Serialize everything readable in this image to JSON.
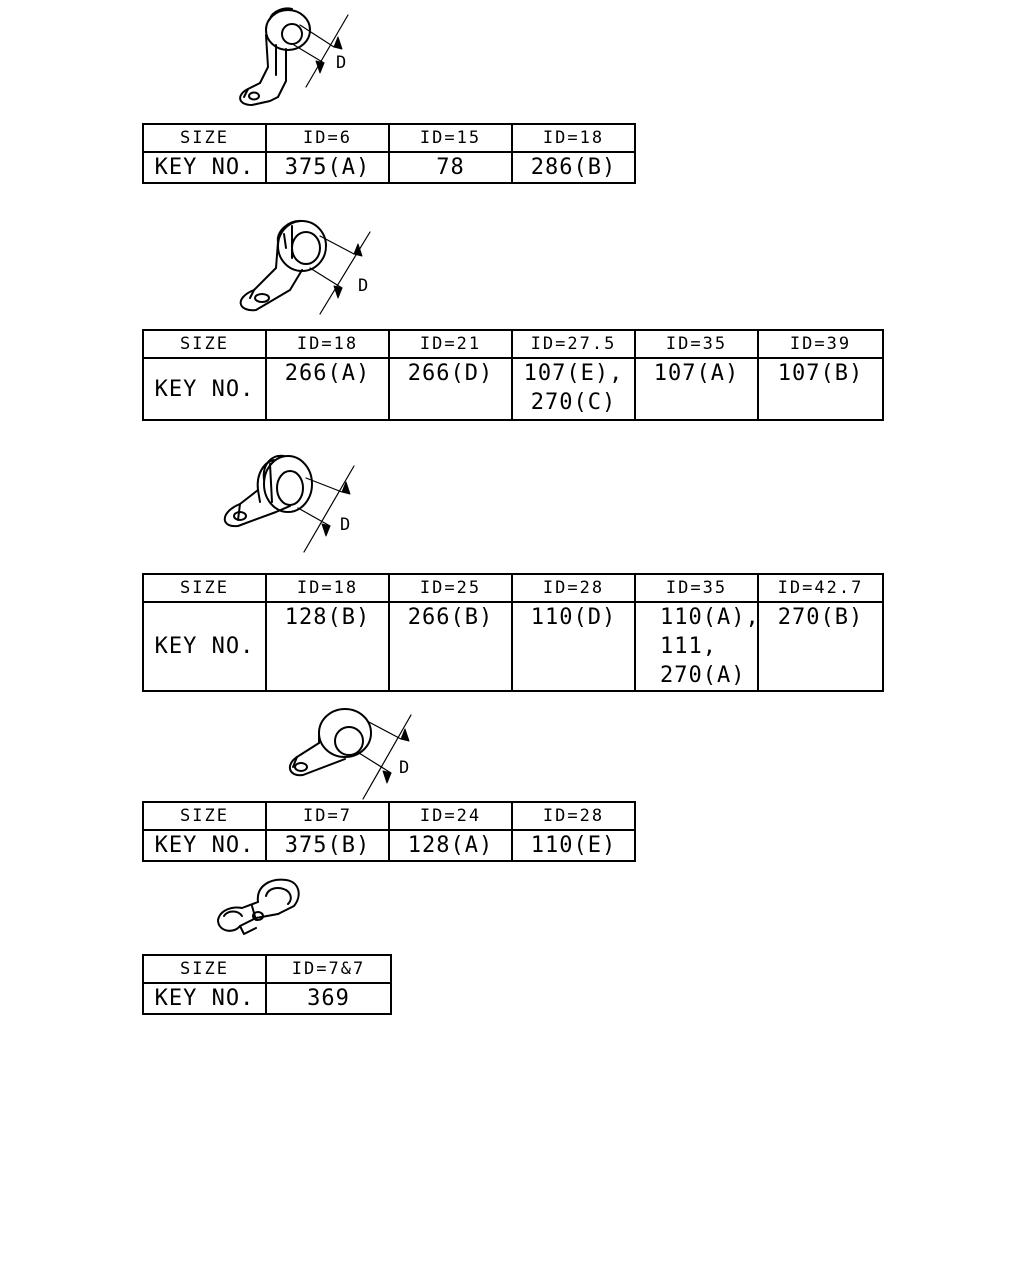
{
  "dimension_label": "D",
  "tables": [
    {
      "size_label": "SIZE",
      "key_label": "KEY NO.",
      "sizes": [
        "ID=6",
        "ID=15",
        "ID=18"
      ],
      "keys": [
        [
          "375(A)"
        ],
        [
          "78"
        ],
        [
          "286(B)"
        ]
      ]
    },
    {
      "size_label": "SIZE",
      "key_label": "KEY NO.",
      "sizes": [
        "ID=18",
        "ID=21",
        "ID=27.5",
        "ID=35",
        "ID=39"
      ],
      "keys": [
        [
          "266(A)"
        ],
        [
          "266(D)"
        ],
        [
          "107(E),",
          "270(C)"
        ],
        [
          "107(A)"
        ],
        [
          "107(B)"
        ]
      ]
    },
    {
      "size_label": "SIZE",
      "key_label": "KEY NO.",
      "sizes": [
        "ID=18",
        "ID=25",
        "ID=28",
        "ID=35",
        "ID=42.7"
      ],
      "keys": [
        [
          "128(B)"
        ],
        [
          "266(B)"
        ],
        [
          "110(D)"
        ],
        [
          "110(A),",
          "111,",
          "270(A)"
        ],
        [
          "270(B)"
        ]
      ]
    },
    {
      "size_label": "SIZE",
      "key_label": "KEY NO.",
      "sizes": [
        "ID=7",
        "ID=24",
        "ID=28"
      ],
      "keys": [
        [
          "375(B)"
        ],
        [
          "128(A)"
        ],
        [
          "110(E)"
        ]
      ]
    },
    {
      "size_label": "SIZE",
      "key_label": "KEY NO.",
      "sizes": [
        "ID=7&7"
      ],
      "keys": [
        [
          "369"
        ]
      ]
    }
  ]
}
